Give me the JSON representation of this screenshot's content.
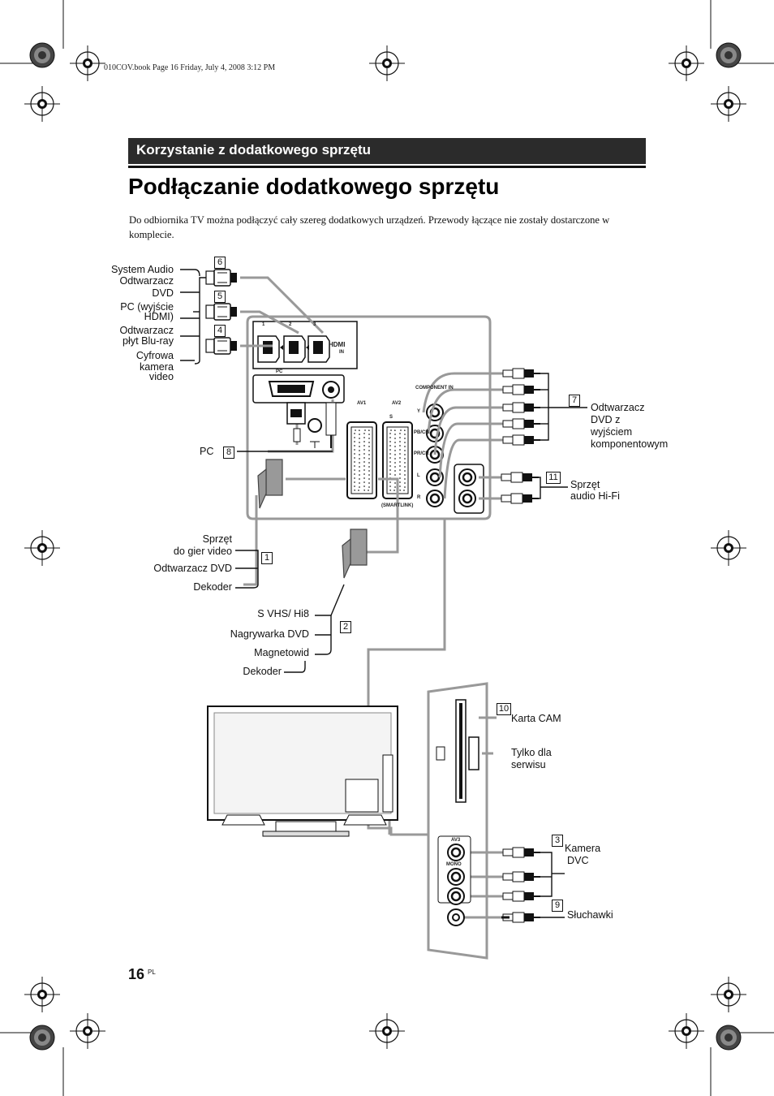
{
  "book_header": "010COV.book  Page 16  Friday, July 4, 2008  3:12 PM",
  "section_title": "Korzystanie z dodatkowego sprzętu",
  "page_title": "Podłączanie dodatkowego sprzętu",
  "intro": "Do odbiornika TV można podłączyć cały szereg dodatkowych urządzeń. Przewody łączące nie zostały dostarczone w komplecie.",
  "hdmi_devices": {
    "system_audio": "System Audio",
    "dvd_1": "Odtwarzacz",
    "dvd_2": "DVD",
    "pc_1": "PC (wyjście",
    "pc_2": "HDMI)",
    "bluray_1": "Odtwarzacz",
    "bluray_2": "płyt Blu-ray",
    "camera_1": "Cyfrowa",
    "camera_2": "kamera",
    "camera_3": "video"
  },
  "pc_label": "PC",
  "av1_devices": {
    "game_1": "Sprzęt",
    "game_2": "do gier video",
    "dvd": "Odtwarzacz DVD",
    "decoder": "Dekoder"
  },
  "av2_devices": {
    "svhs": "S VHS/ Hi8",
    "dvd_recorder": "Nagrywarka DVD",
    "vcr": "Magnetowid",
    "decoder": "Dekoder"
  },
  "component_device": {
    "line1": "Odtwarzacz",
    "line2": "DVD z",
    "line3": "wyjściem",
    "line4": "komponentowym"
  },
  "hifi_device": {
    "line1": "Sprzęt",
    "line2": "audio Hi-Fi"
  },
  "side_panel": {
    "cam_card": "Karta CAM",
    "service_1": "Tylko dla",
    "service_2": "serwisu",
    "camera_1": "Kamera",
    "camera_2": "DVC",
    "headphones": "Słuchawki"
  },
  "badges": {
    "b1": "1",
    "b2": "2",
    "b3": "3",
    "b4": "4",
    "b5": "5",
    "b6": "6",
    "b7": "7",
    "b8": "8",
    "b9": "9",
    "b10": "10",
    "b11": "11"
  },
  "panel_labels": {
    "hdmi_1": "1",
    "hdmi_2": "2",
    "hdmi_3": "3",
    "hdmi_logo": "HDMI",
    "hdmi_in": "IN",
    "pc_port": "PC",
    "av1": "AV1",
    "av2": "AV2",
    "av2_s": "S",
    "component_in": "COMPONENT IN",
    "y": "Y",
    "pb": "PB/CB",
    "pr": "PR/CR",
    "l": "L",
    "r": "R",
    "smartlink": "(SMARTLINK)",
    "av3": "AV3",
    "mono": "MONO"
  },
  "page_number": "16",
  "page_lang": "PL"
}
